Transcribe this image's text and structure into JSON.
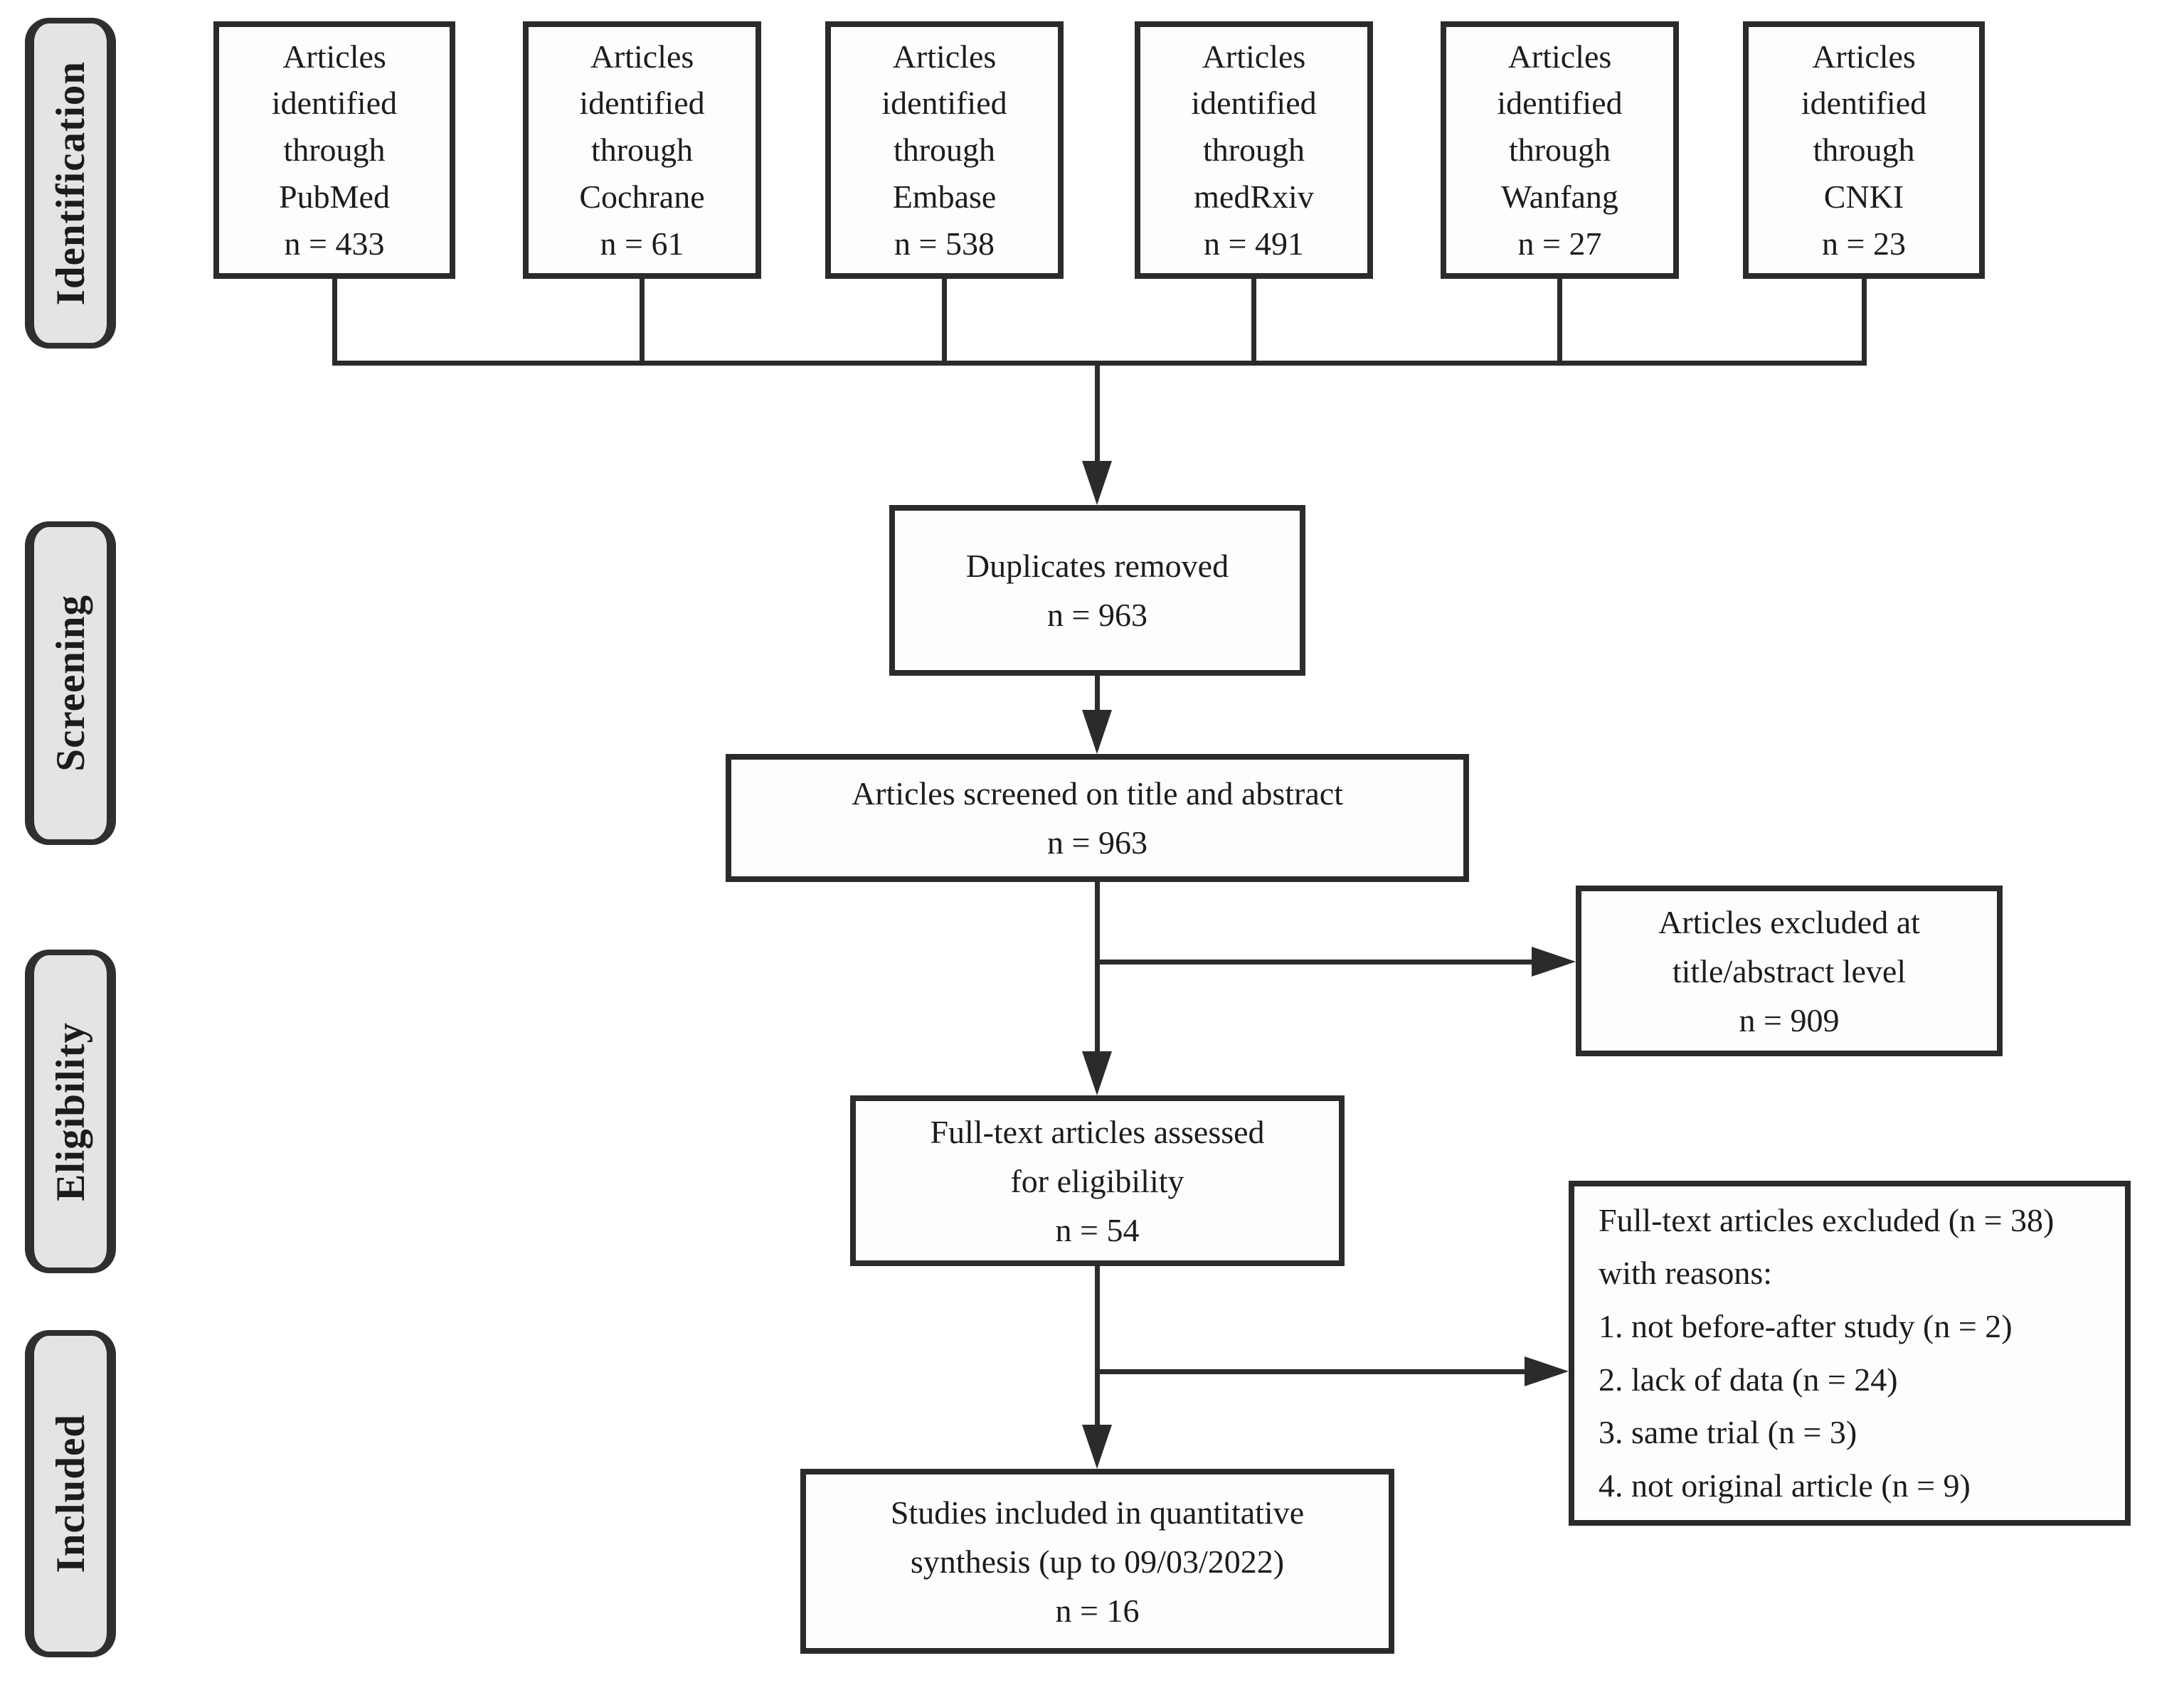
{
  "colors": {
    "border": "#2b2b2b",
    "connector": "#2b2b2b",
    "stage_fill": "#e4e4e4",
    "box_fill": "#fdfdfd",
    "text": "#1c1c1c",
    "background": "#ffffff"
  },
  "stages": [
    {
      "label": "Identification"
    },
    {
      "label": "Screening"
    },
    {
      "label": "Eligibility"
    },
    {
      "label": "Included"
    }
  ],
  "sources": [
    {
      "lines": [
        "Articles",
        "identified",
        "through",
        "PubMed",
        "n = 433"
      ]
    },
    {
      "lines": [
        "Articles",
        "identified",
        "through",
        "Cochrane",
        "n = 61"
      ]
    },
    {
      "lines": [
        "Articles",
        "identified",
        "through",
        "Embase",
        "n = 538"
      ]
    },
    {
      "lines": [
        "Articles",
        "identified",
        "through",
        "medRxiv",
        "n = 491"
      ]
    },
    {
      "lines": [
        "Articles",
        "identified",
        "through",
        "Wanfang",
        "n = 27"
      ]
    },
    {
      "lines": [
        "Articles",
        "identified",
        "through",
        "CNKI",
        "n = 23"
      ]
    }
  ],
  "nodes": {
    "duplicates": {
      "lines": [
        "Duplicates removed",
        "n = 963"
      ]
    },
    "screened": {
      "lines": [
        "Articles screened on title and abstract",
        "n = 963"
      ]
    },
    "excluded_title": {
      "lines": [
        "Articles excluded at",
        "title/abstract level",
        "n = 909"
      ]
    },
    "fulltext": {
      "lines": [
        "Full-text articles assessed",
        "for eligibility",
        "n = 54"
      ]
    },
    "fulltext_excluded": {
      "lines": [
        "Full-text articles excluded (n = 38)",
        "with reasons:",
        "1. not before-after study (n = 2)",
        "2. lack of data (n = 24)",
        "3. same trial (n = 3)",
        "4. not original article (n = 9)"
      ]
    },
    "included": {
      "lines": [
        "Studies included in quantitative",
        "synthesis (up to 09/03/2022)",
        "n = 16"
      ]
    }
  }
}
